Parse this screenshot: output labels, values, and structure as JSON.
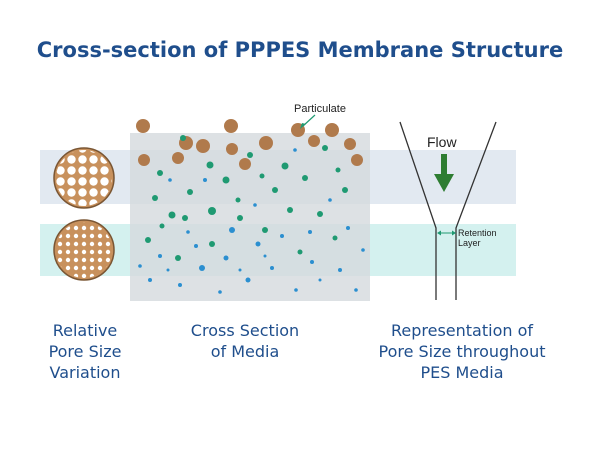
{
  "title": "Cross-section of PPPES Membrane Structure",
  "labels": {
    "particulate": "Particulate",
    "flow": "Flow",
    "retention_line1": "Retention",
    "retention_line2": "Layer"
  },
  "captions": {
    "left": [
      "Relative",
      "Pore Size",
      "Variation"
    ],
    "middle": [
      "Cross Section",
      "of Media"
    ],
    "right": [
      "Representation of",
      "Pore Size throughout",
      "PES Media"
    ]
  },
  "colors": {
    "title": "#1f4e8c",
    "particle_brown": "#b07a4c",
    "particle_green": "#1f9a72",
    "particle_blue": "#2b8fd0",
    "band_top": "#d8e2ec",
    "band_bottom": "#c5ece9",
    "media_gray": "#d5d9dd",
    "arrow_green": "#2e7d32"
  }
}
